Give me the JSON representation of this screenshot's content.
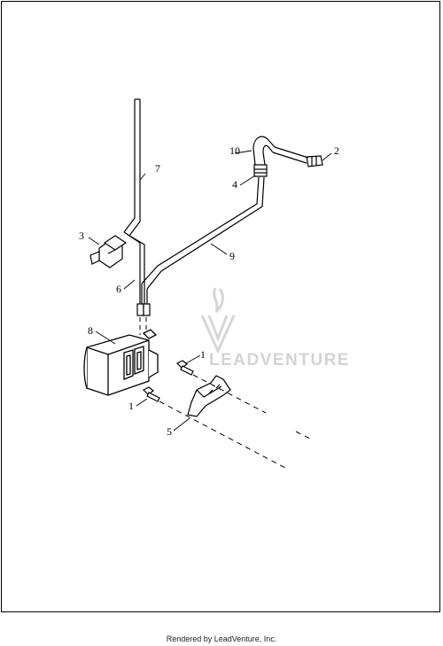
{
  "diagram": {
    "callouts": [
      "1",
      "1",
      "2",
      "3",
      "4",
      "5",
      "6",
      "7",
      "8",
      "9",
      "10"
    ],
    "watermark": "LEADVENTURE"
  },
  "footer": {
    "text": "Rendered by LeadVenture, Inc."
  },
  "colors": {
    "line": "#000000",
    "watermark": "#cfcfcf"
  }
}
